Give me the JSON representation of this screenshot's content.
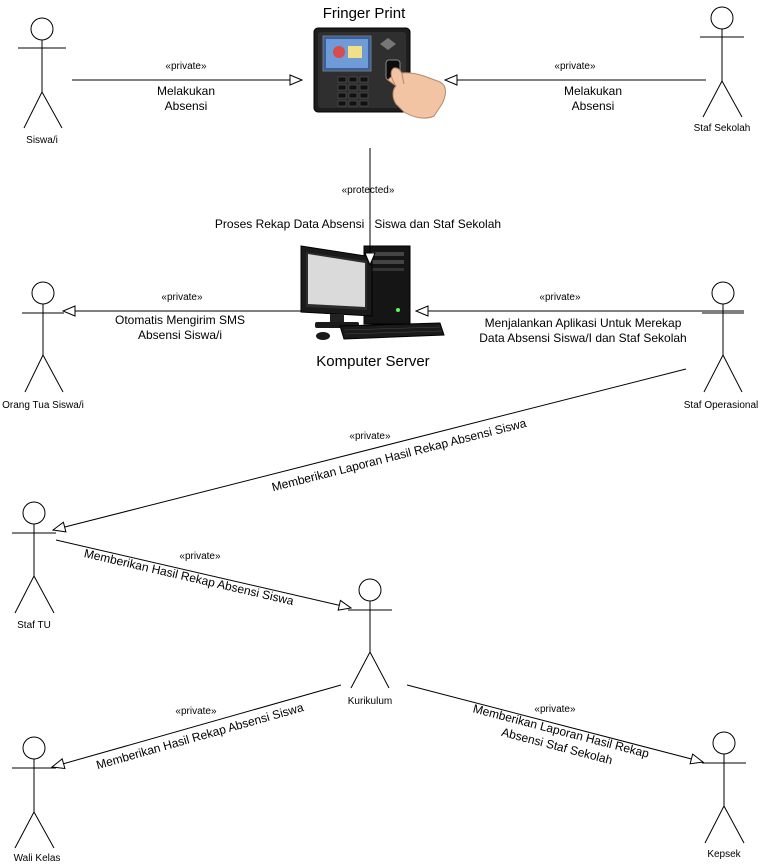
{
  "actors": {
    "siswa": "Siswa/i",
    "staf_sekolah": "Staf Sekolah",
    "orang_tua": "Orang Tua Siswa/i",
    "staf_operasional": "Staf Operasional",
    "staf_tu": "Staf TU",
    "kurikulum": "Kurikulum",
    "wali_kelas": "Wali Kelas",
    "kepsek": "Kepsek"
  },
  "devices": {
    "fingerprint": "Fringer Print",
    "server": "Komputer  Server"
  },
  "stereotypes": {
    "private": "«private»",
    "protected": "«protected»"
  },
  "messages": {
    "siswa_fp": [
      "Melakukan",
      "Absensi"
    ],
    "staf_fp": [
      "Melakukan",
      "Absensi"
    ],
    "fp_server": "Proses Rekap Data Absensi   Siswa dan Staf Sekolah",
    "server_ortu": [
      "Otomatis Mengirim SMS",
      "Absensi Siswa/i"
    ],
    "ops_server": [
      "Menjalankan Aplikasi Untuk Merekap",
      "Data Absensi Siswa/I dan Staf Sekolah"
    ],
    "ops_tu": "Memberikan Laporan Hasil Rekap Absensi Siswa",
    "tu_kurikulum": "Memberikan Hasil Rekap Absensi Siswa",
    "kurikulum_wali": "Memberikan  Hasil Rekap Absensi Siswa",
    "kurikulum_kepsek": [
      "Memberikan Laporan Hasil Rekap",
      "Absensi Staf Sekolah"
    ]
  }
}
